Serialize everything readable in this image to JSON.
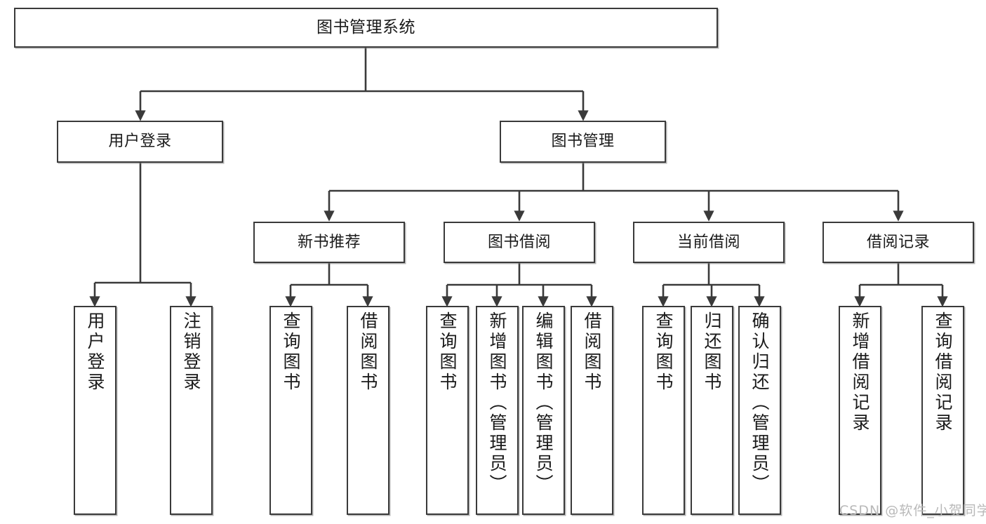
{
  "diagram": {
    "type": "tree-hierarchy",
    "title": "图书管理系统",
    "watermark": "CSDN @软件_小贺同学",
    "colors": {
      "background": "#ffffff",
      "node_border": "#3a3a3a",
      "node_fill": "#ffffff",
      "edge": "#3a3a3a",
      "text": "#1a1a1a",
      "watermark": "#b9b9b9"
    },
    "nodes": {
      "root": {
        "id": "root",
        "label": "图书管理系统",
        "level": 1,
        "orientation": "horizontal"
      },
      "level2": [
        {
          "id": "user-login",
          "label": "用户登录",
          "level": 2,
          "orientation": "horizontal"
        },
        {
          "id": "book-manage",
          "label": "图书管理",
          "level": 2,
          "orientation": "horizontal"
        }
      ],
      "level3": [
        {
          "id": "new-book-rec",
          "label": "新书推荐",
          "level": 3,
          "orientation": "horizontal",
          "parent": "book-manage"
        },
        {
          "id": "book-borrow",
          "label": "图书借阅",
          "level": 3,
          "orientation": "horizontal",
          "parent": "book-manage"
        },
        {
          "id": "current-borrow",
          "label": "当前借阅",
          "level": 3,
          "orientation": "horizontal",
          "parent": "book-manage"
        },
        {
          "id": "borrow-record",
          "label": "借阅记录",
          "level": 3,
          "orientation": "horizontal",
          "parent": "book-manage"
        }
      ],
      "leaves": [
        {
          "id": "leaf-user-login",
          "label": "用户登录",
          "parent": "user-login",
          "orientation": "vertical"
        },
        {
          "id": "leaf-user-logout",
          "label": "注销登录",
          "parent": "user-login",
          "orientation": "vertical"
        },
        {
          "id": "leaf-query-book-1",
          "label": "查询图书",
          "parent": "new-book-rec",
          "orientation": "vertical"
        },
        {
          "id": "leaf-borrow-book-1",
          "label": "借阅图书",
          "parent": "new-book-rec",
          "orientation": "vertical"
        },
        {
          "id": "leaf-query-book-2",
          "label": "查询图书",
          "parent": "book-borrow",
          "orientation": "vertical"
        },
        {
          "id": "leaf-add-book",
          "label": "新增图书（管理员）",
          "parent": "book-borrow",
          "orientation": "vertical"
        },
        {
          "id": "leaf-edit-book",
          "label": "编辑图书（管理员）",
          "parent": "book-borrow",
          "orientation": "vertical"
        },
        {
          "id": "leaf-borrow-book-2",
          "label": "借阅图书",
          "parent": "book-borrow",
          "orientation": "vertical"
        },
        {
          "id": "leaf-query-book-3",
          "label": "查询图书",
          "parent": "current-borrow",
          "orientation": "vertical"
        },
        {
          "id": "leaf-return-book",
          "label": "归还图书",
          "parent": "current-borrow",
          "orientation": "vertical"
        },
        {
          "id": "leaf-confirm-return",
          "label": "确认归还（管理员）",
          "parent": "current-borrow",
          "orientation": "vertical"
        },
        {
          "id": "leaf-add-record",
          "label": "新增借阅记录",
          "parent": "borrow-record",
          "orientation": "vertical"
        },
        {
          "id": "leaf-query-record",
          "label": "查询借阅记录",
          "parent": "borrow-record",
          "orientation": "vertical"
        }
      ]
    }
  }
}
